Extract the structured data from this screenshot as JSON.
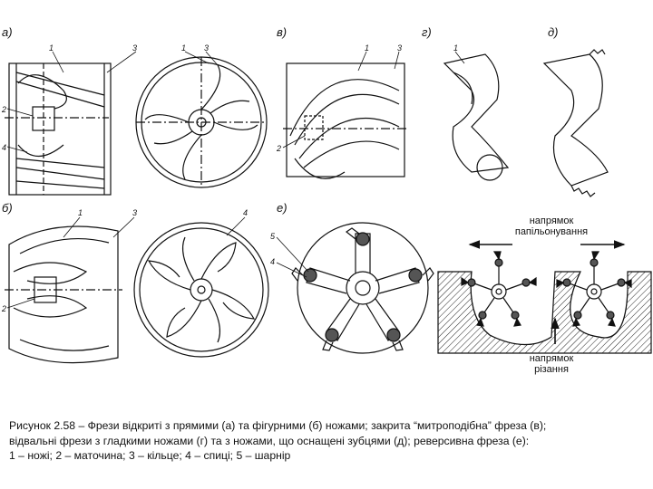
{
  "panels": {
    "a": "а)",
    "b": "б)",
    "v": "в)",
    "g": "г)",
    "d": "д)",
    "e": "е)"
  },
  "callouts": [
    "1",
    "2",
    "3",
    "4",
    "5"
  ],
  "directions": {
    "feed": [
      "напрямок",
      "папільонування"
    ],
    "cut": [
      "напрямок",
      "різання"
    ]
  },
  "caption": {
    "line1": "Рисунок 2.58 – Фрези відкриті з прямими (а) та фігурними (б) ножами; закрита “митроподібна” фреза (в);",
    "line2": "відвальні фрези з гладкими ножами (г) та з ножами, що оснащені зубцями (д); реверсивна фреза (е):",
    "line3": "1 – ножі; 2 – маточина; 3 – кільце; 4 – спиці; 5 – шарнір"
  }
}
